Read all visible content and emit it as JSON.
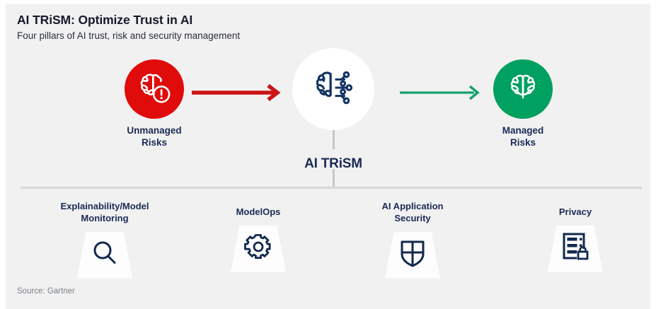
{
  "header": {
    "title": "AI TRiSM: Optimize Trust in AI",
    "subtitle": "Four pillars of AI trust, risk and security management"
  },
  "footer": {
    "source": "Source: Gartner"
  },
  "colors": {
    "card_background": "#f1f1f1",
    "navy": "#1b2a55",
    "red": "#e00b0b",
    "green": "#00a060",
    "divider": "#d8d8d8",
    "pillar_fill": "#fdfdfd"
  },
  "flow": {
    "nodes": [
      {
        "id": "unmanaged",
        "label": "Unmanaged\nRisks",
        "icon": "brain-alert-icon",
        "circle_color": "#e00b0b"
      },
      {
        "id": "trism",
        "label": "AI TRiSM",
        "icon": "brain-circuit-icon",
        "circle_color": "#ffffff"
      },
      {
        "id": "managed",
        "label": "Managed\nRisks",
        "icon": "brain-icon",
        "circle_color": "#00a060"
      }
    ],
    "arrows": [
      {
        "id": "arrow-red",
        "icon": "arrow-right-icon",
        "color": "#cc1414"
      },
      {
        "id": "arrow-green",
        "icon": "arrow-right-icon",
        "color": "#14a06b"
      }
    ]
  },
  "pillars": [
    {
      "label": "Explainability/Model\nMonitoring",
      "icon": "magnifier-icon"
    },
    {
      "label": "ModelOps",
      "icon": "gear-icon"
    },
    {
      "label": "AI Application\nSecurity",
      "icon": "shield-icon"
    },
    {
      "label": "Privacy",
      "icon": "document-lock-icon"
    }
  ]
}
